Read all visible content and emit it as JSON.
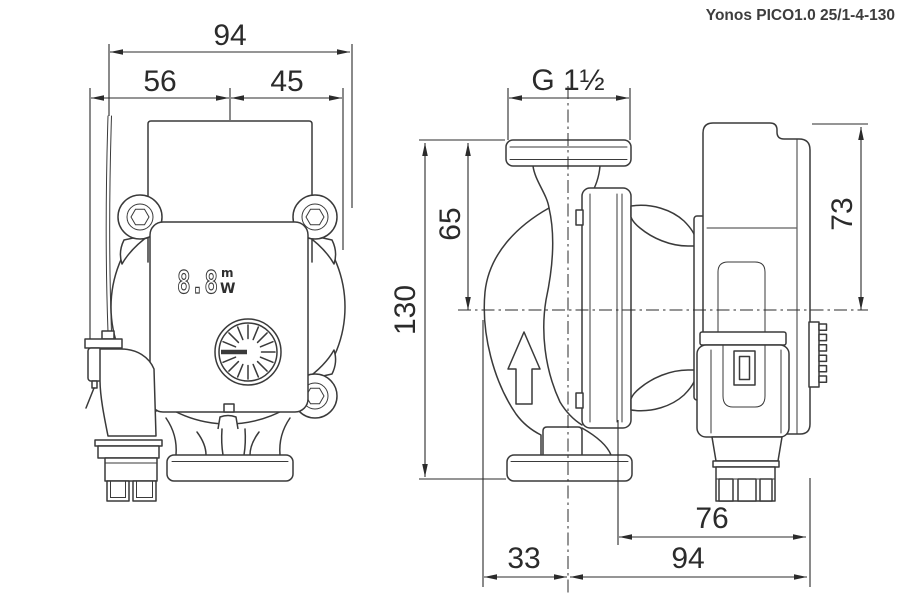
{
  "title": "Yonos PICO1.0 25/1-4-130",
  "colors": {
    "line": "#3a3a3a",
    "dim": "#2b2b2b",
    "title_text": "#3d3d3d",
    "background": "#ffffff"
  },
  "front_view": {
    "dim_overall_width": "94",
    "dim_width_left": "56",
    "dim_width_right": "45",
    "display": {
      "value": "8.8",
      "unit_line1": "m",
      "unit_line2": "W"
    }
  },
  "side_view": {
    "dim_port_thread": "G 1½",
    "dim_port_to_axis": "65",
    "dim_port_to_port": "130",
    "dim_module_top_to_axis": "73",
    "dim_connector_to_knob": "76",
    "dim_axis_to_front": "33",
    "dim_axis_to_back": "94"
  }
}
